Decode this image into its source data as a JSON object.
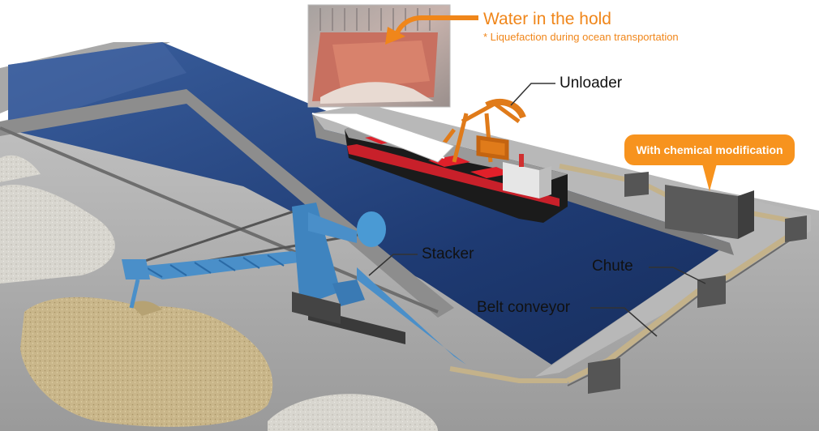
{
  "labels": {
    "water_title": "Water in the hold",
    "water_subtitle": "* Liquefaction during ocean transportation",
    "unloader": "Unloader",
    "stacker": "Stacker",
    "chute": "Chute",
    "belt_conveyor": "Belt conveyor",
    "callout": "With chemical modification"
  },
  "colors": {
    "accent": "#f7931e",
    "water_text": "#f0861a",
    "sea": "#1f3a6e",
    "pier": "#b5b5b5",
    "stacker": "#4a8fc9",
    "unloader": "#e07b1a",
    "ship_hull": "#1a1a1a",
    "hatch": "#e0202a",
    "ore_pile": "#c9b68a"
  }
}
